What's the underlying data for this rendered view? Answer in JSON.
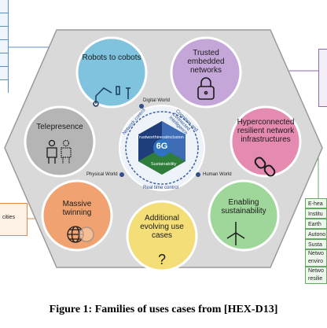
{
  "caption": "Figure 1: Families of uses cases from [HEX-D13]",
  "families": {
    "robots": "Robots to cobots",
    "trusted": "Trusted embedded networks",
    "telepresence": "Telepresence",
    "hyperconnected": "Hyperconnected resilient network infrastructures",
    "twinning": "Massive twinning",
    "additional": "Additional evolving use cases",
    "sustainability": "Enabling sustainability"
  },
  "center": {
    "label": "6G",
    "segments": [
      "Trustworthiness",
      "Inclusion",
      "Sustainability"
    ],
    "ring_labels": [
      "Real time control",
      "Network control",
      "Cognition and Connected Intelligence"
    ],
    "worlds": [
      "Digital World",
      "Physical World",
      "Human World"
    ]
  },
  "right_list": [
    "E-hea",
    "Institu",
    "Earth",
    "Autono",
    "Susta",
    "Netwo enviro",
    "Netwo resilie"
  ],
  "left_list_bottom": [
    "cities"
  ],
  "colors": {
    "hexagon": "#d9d9d9",
    "robots": "#7fc3df",
    "trusted": "#c4a6d8",
    "telepresence": "#b5b5b5",
    "hyperconnected": "#e58ab0",
    "twinning": "#f0a371",
    "additional": "#f4de77",
    "sustainability": "#9fd69a"
  }
}
